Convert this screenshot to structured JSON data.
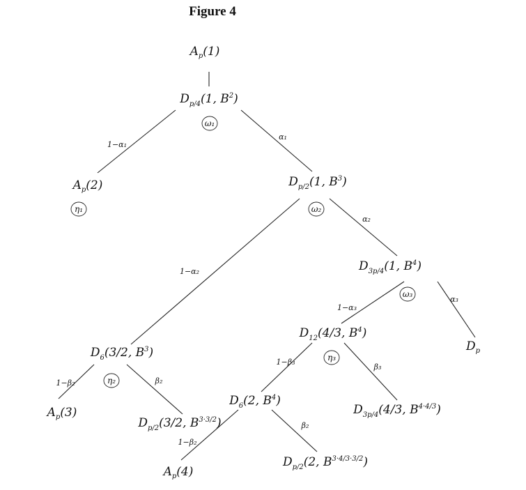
{
  "figure": {
    "title": "Figure 4"
  },
  "nodes": {
    "root": {
      "base": "A",
      "sub": "p",
      "args": "(1)"
    },
    "n1": {
      "base": "D",
      "sub": "p/4",
      "args": "(1, B",
      "sup": "2",
      "close": ")"
    },
    "n2": {
      "base": "A",
      "sub": "p",
      "args": "(2)"
    },
    "n3": {
      "base": "D",
      "sub": "p/2",
      "args": "(1, B",
      "sup": "3",
      "close": ")"
    },
    "n4": {
      "base": "D",
      "sub": "3p/4",
      "args": "(1, B",
      "sup": "4",
      "close": ")"
    },
    "n5": {
      "base": "D",
      "sub": "p"
    },
    "n6": {
      "base": "D",
      "sub": "12",
      "args": "(4/3, B",
      "sup": "4",
      "close": ")"
    },
    "n7": {
      "base": "D",
      "sub": "6",
      "args": "(3/2, B",
      "sup": "3",
      "close": ")"
    },
    "n8": {
      "base": "A",
      "sub": "p",
      "args": "(3)"
    },
    "n9": {
      "base": "D",
      "sub": "p/2",
      "args": "(3/2, B",
      "sup": "3·3/2",
      "close": ")"
    },
    "n10": {
      "base": "D",
      "sub": "6",
      "args": "(2, B",
      "sup": "4",
      "close": ")"
    },
    "n11": {
      "base": "D",
      "sub": "3p/4",
      "args": "(4/3, B",
      "sup": "4·4/3",
      "close": ")"
    },
    "n12": {
      "base": "A",
      "sub": "p",
      "args": "(4)"
    },
    "n13": {
      "base": "D",
      "sub": "p/2",
      "args": "(2, B",
      "sup": "3·4/3·3/2",
      "close": ")"
    }
  },
  "edges": {
    "e_n1_n2": "1−α₁",
    "e_n1_n3": "α₁",
    "e_n3_n7": "1−α₂",
    "e_n3_n4": "α₂",
    "e_n4_n6": "1−α₃",
    "e_n4_n5": "α₃",
    "e_n7_n8": "1−β₂",
    "e_n7_n9": "β₂",
    "e_n6_n10": "1−β₃",
    "e_n6_n11": "β₃",
    "e_n10_n12": "1−β₂",
    "e_n10_n13": "β₂"
  },
  "markers": {
    "w1": "ω₁",
    "w2": "ω₂",
    "w3": "ω₃",
    "h1": "η₁",
    "h2": "η₂",
    "h3": "η₃"
  }
}
